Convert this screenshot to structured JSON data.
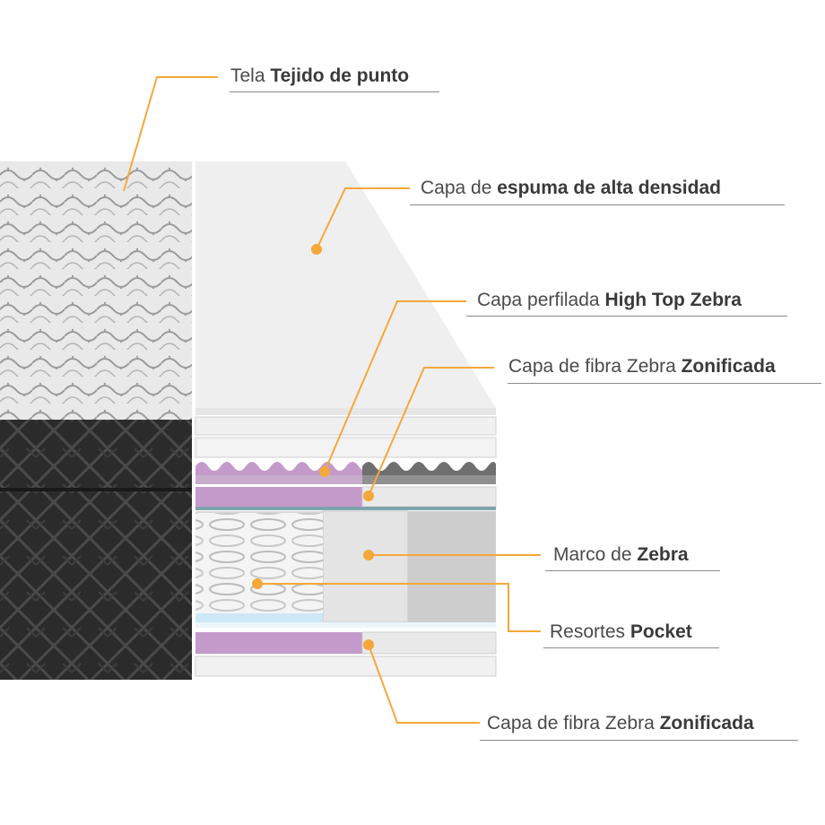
{
  "colors": {
    "accent": "#F4A83A",
    "foam": "#EFEFEF",
    "fiber_purple": "#C49ACB",
    "fabric_dark": "#2A2A2A",
    "spring_blue": "#CDE8F6",
    "frame_gray": "#D9D9D9"
  },
  "labels": [
    {
      "prefix": "Tela ",
      "bold": "Tejido de punto"
    },
    {
      "prefix": "Capa de ",
      "bold": "espuma de alta densidad"
    },
    {
      "prefix": "Capa perfilada ",
      "bold": "High Top Zebra"
    },
    {
      "prefix": "Capa de fibra Zebra ",
      "bold": "Zonificada"
    },
    {
      "prefix": "Marco de ",
      "bold": "Zebra"
    },
    {
      "prefix": "Resortes ",
      "bold": "Pocket"
    },
    {
      "prefix": "Capa de fibra Zebra ",
      "bold": "Zonificada"
    }
  ]
}
